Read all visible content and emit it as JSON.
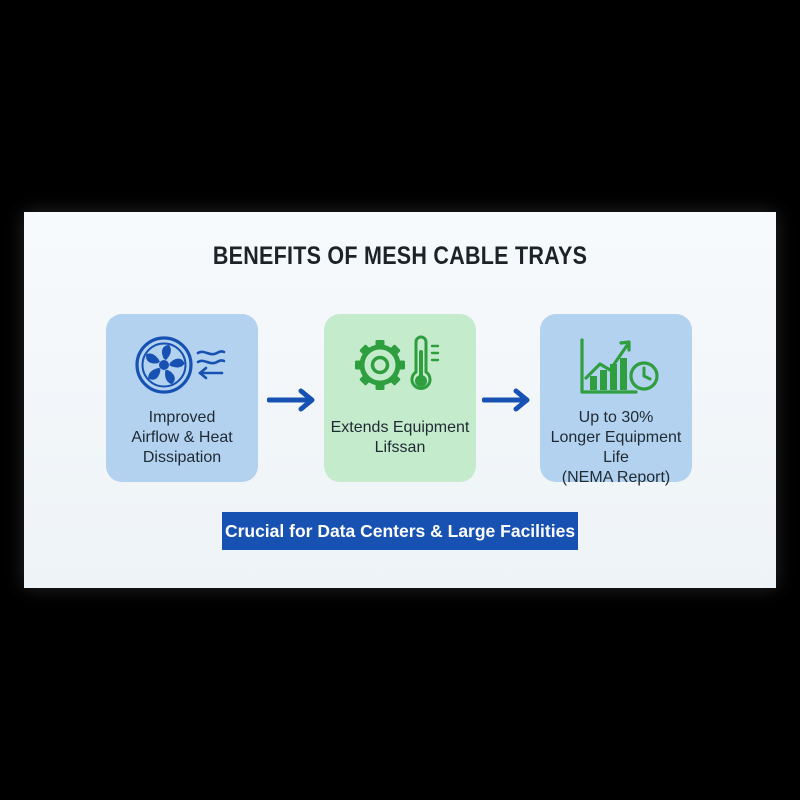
{
  "title": "BENEFITS OF MESH CABLE TRAYS",
  "cards": [
    {
      "icon": "fan-airflow-icon",
      "lines": [
        "Improved",
        "Airflow & Heat",
        "Dissipation"
      ]
    },
    {
      "icon": "gear-thermometer-icon",
      "lines": [
        "Extends Equipment",
        "Lifssan"
      ]
    },
    {
      "icon": "growth-chart-clock-icon",
      "lines": [
        "Up to 30%",
        "Longer Equipment Life",
        "(NEMA Report)"
      ]
    }
  ],
  "banner": "Crucial for Data Centers & Large Facilities",
  "colors": {
    "background": "#000000",
    "panel": "#f3f7fa",
    "blue_card": "#b3d2ef",
    "green_card": "#c5ebcd",
    "accent_blue": "#1752b3",
    "accent_green": "#2e9e3f"
  }
}
